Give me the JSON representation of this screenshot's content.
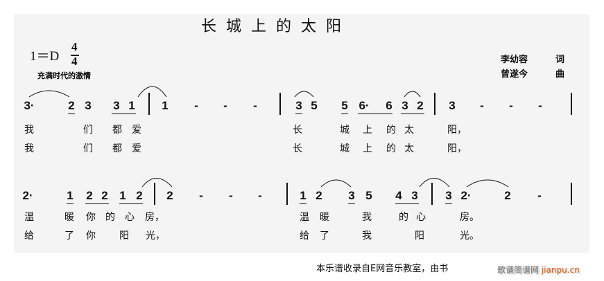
{
  "title": "长城上的太阳",
  "key": "1＝D",
  "time_signature": {
    "top": "4",
    "bottom": "4"
  },
  "tempo_marking": "充满时代的激情",
  "credits": [
    {
      "name": "李幼容",
      "role": "词"
    },
    {
      "name": "曾遂今",
      "role": "曲"
    }
  ],
  "lines": [
    {
      "notes": [
        "3·",
        "2",
        "3",
        "3",
        "1",
        "|",
        "1",
        "-",
        "-",
        "-",
        "|",
        "3",
        "5",
        "5",
        "6·",
        "6",
        "3",
        "2",
        "|",
        "3",
        "-",
        "-",
        "-",
        "|"
      ],
      "lyrics": [
        [
          "我",
          "们",
          "都",
          "爱",
          "长",
          "城",
          "上",
          "的",
          "太",
          "阳，"
        ],
        [
          "我",
          "们",
          "都",
          "爱",
          "长",
          "城",
          "上",
          "的",
          "太",
          "阳，"
        ]
      ]
    },
    {
      "notes": [
        "2·",
        "1",
        "2",
        "2",
        "1",
        "2",
        "|",
        "2",
        "-",
        "-",
        "-",
        "|",
        "1",
        "2",
        "3",
        "5",
        "4",
        "3",
        "|",
        "3",
        "2·",
        "2",
        "-",
        "|"
      ],
      "lyrics": [
        [
          "温",
          "暖",
          "你",
          "的",
          "心",
          "房，",
          "温",
          "暖",
          "我",
          "的",
          "心",
          "房。"
        ],
        [
          "给",
          "了",
          "你",
          "阳",
          "光，",
          "给",
          "了",
          "我",
          "阳",
          "光。"
        ]
      ]
    }
  ],
  "footer": "本乐谱收录自E网音乐教室，由书",
  "watermark": {
    "cn": "歌谱简谱网",
    "url": "jianpu.cn"
  }
}
